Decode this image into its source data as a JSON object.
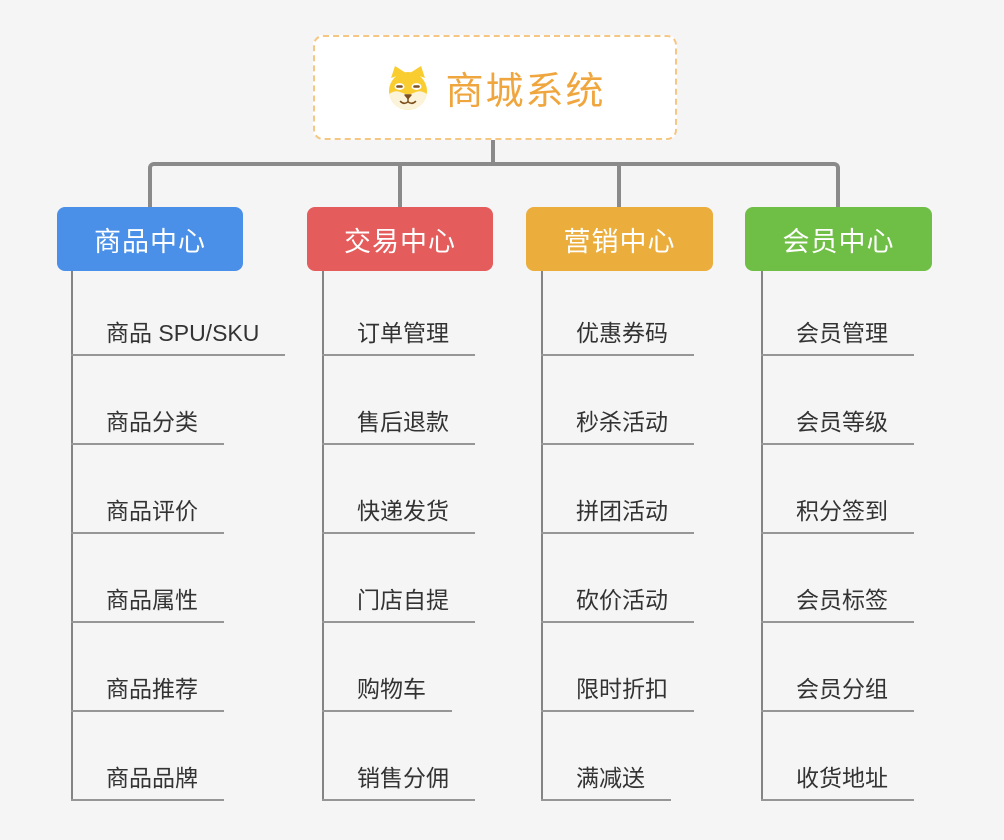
{
  "canvas": {
    "background": "#F5F5F6"
  },
  "root": {
    "title": "商城系统",
    "icon": "shiba-dog-icon",
    "title_color": "#F0A63E",
    "border_color": "#F5C783"
  },
  "connector_color": "#8A8A8A",
  "trunk_color": "#848484",
  "child_line_color": "#969696",
  "branches": [
    {
      "label": "商品中心",
      "color": "#4A90E8",
      "children": [
        "商品 SPU/SKU",
        "商品分类",
        "商品评价",
        "商品属性",
        "商品推荐",
        "商品品牌"
      ]
    },
    {
      "label": "交易中心",
      "color": "#E45D5C",
      "children": [
        "订单管理",
        "售后退款",
        "快递发货",
        "门店自提",
        "购物车",
        "销售分佣"
      ]
    },
    {
      "label": "营销中心",
      "color": "#EBAE3D",
      "children": [
        "优惠券码",
        "秒杀活动",
        "拼团活动",
        "砍价活动",
        "限时折扣",
        "满减送"
      ]
    },
    {
      "label": "会员中心",
      "color": "#6FBE45",
      "children": [
        "会员管理",
        "会员等级",
        "积分签到",
        "会员标签",
        "会员分组",
        "收货地址"
      ]
    }
  ]
}
